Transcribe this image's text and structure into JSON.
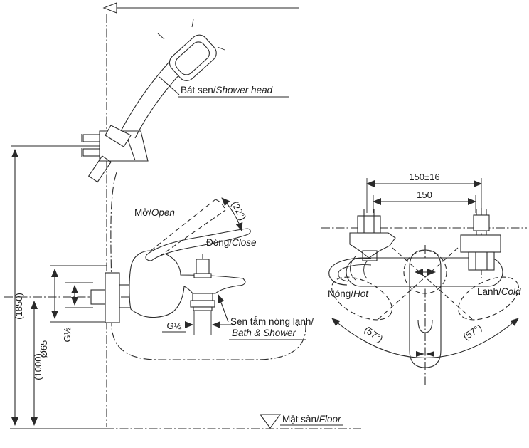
{
  "labels": {
    "shower_head": {
      "vi": "Bát sen/",
      "en": "Shower head"
    },
    "open": {
      "vi": "Mở/",
      "en": "Open"
    },
    "close": {
      "vi": "Đóng/",
      "en": "Close"
    },
    "bath_shower": {
      "vi": "Sen tắm nóng lạnh/",
      "en": "Bath & Shower"
    },
    "hot": {
      "vi": "Nóng/",
      "en": "Hot"
    },
    "cold": {
      "vi": "Lạnh/",
      "en": "Cold"
    },
    "floor": {
      "vi": "Mặt sàn/",
      "en": "Floor"
    }
  },
  "dims": {
    "total_height": "(1850)",
    "mixer_height": "(1000)",
    "escutcheon_diameter": "Ø65",
    "inlet_thread": "G½",
    "outlet_thread": "G½",
    "inlet_spacing_tol": "150±16",
    "inlet_spacing": "150",
    "lever_open_angle": "(22°)",
    "swing_angle_left": "(57°)",
    "swing_angle_right": "(57°)"
  },
  "colors": {
    "line": "#2a2a2a",
    "background": "#ffffff",
    "text": "#1a1a1a"
  }
}
